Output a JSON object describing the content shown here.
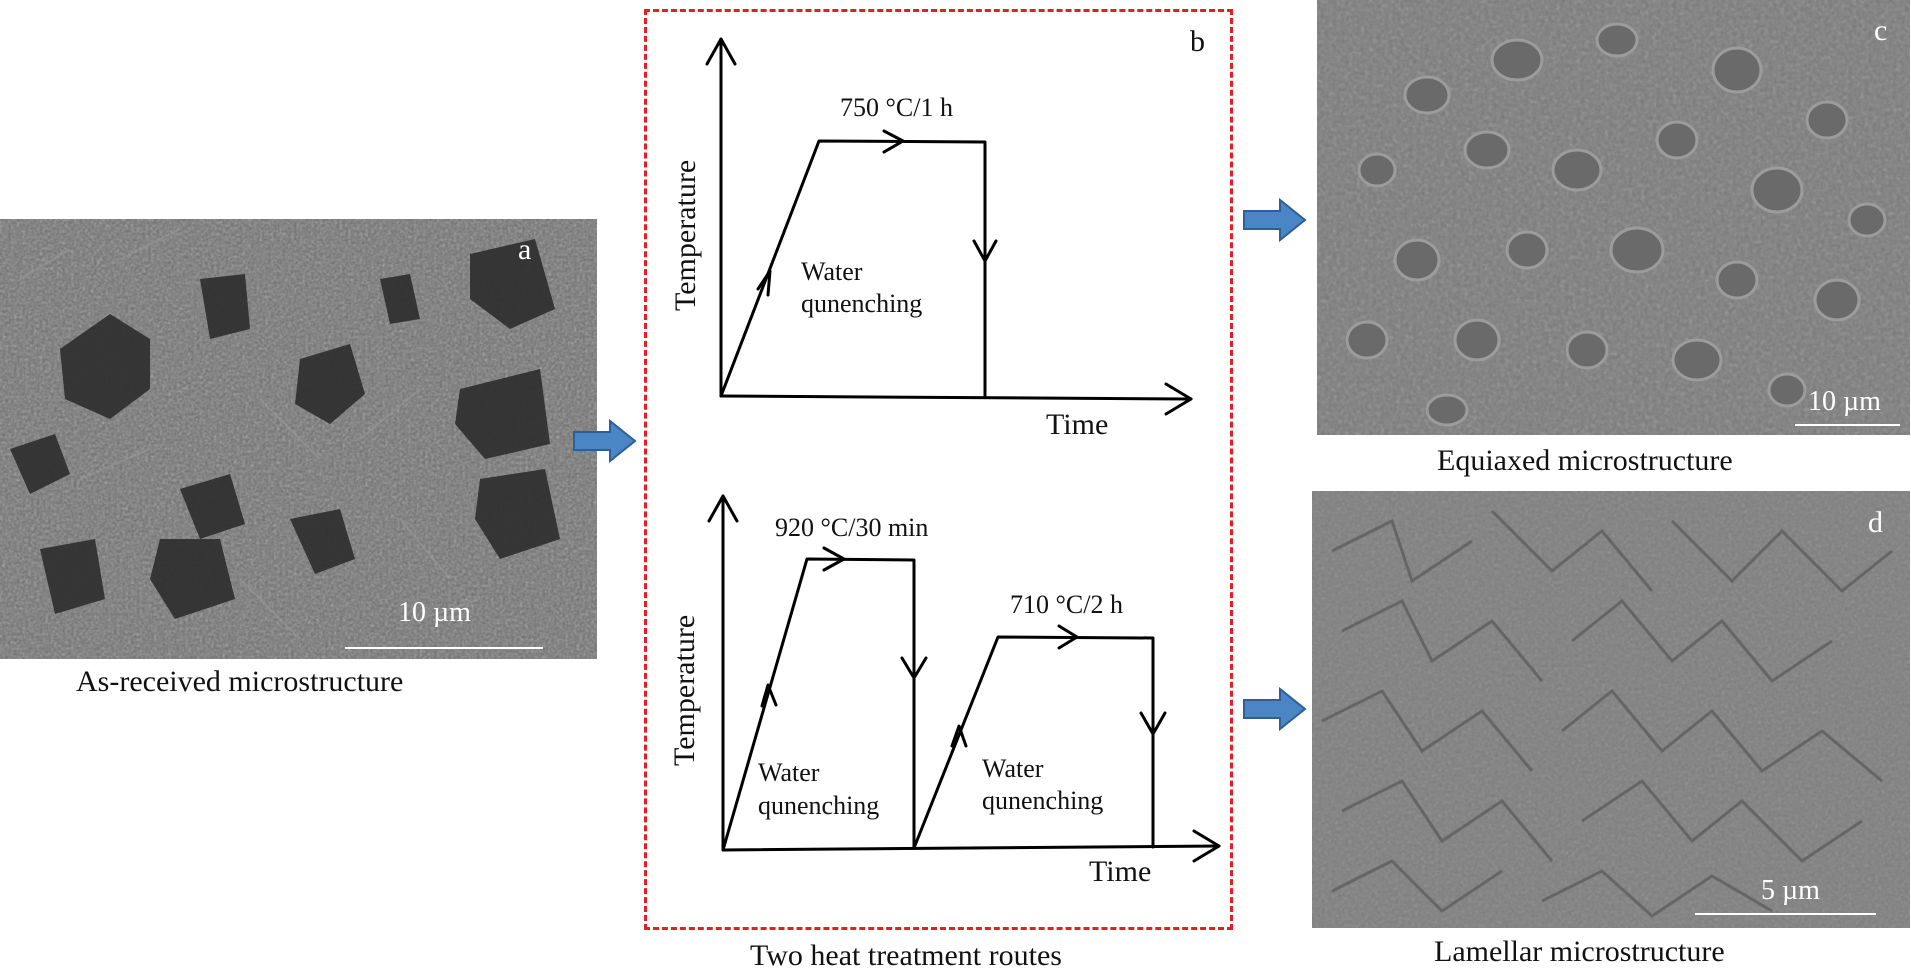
{
  "panels": {
    "a": {
      "letter": "a",
      "caption": "As-received microstructure",
      "scale": "10 µm"
    },
    "b": {
      "letter": "b",
      "caption": "Two heat treatment routes",
      "top": {
        "y_label": "Temperature",
        "x_label": "Time",
        "hold_label": "750 °C/1 h",
        "quench_label_1": "Water",
        "quench_label_2": "qunenching"
      },
      "bottom": {
        "y_label": "Temperature",
        "x_label": "Time",
        "hold1_label": "920 °C/30 min",
        "hold2_label": "710 °C/2 h",
        "quench1_label_1": "Water",
        "quench1_label_2": "qunenching",
        "quench2_label_1": "Water",
        "quench2_label_2": "qunenching"
      }
    },
    "c": {
      "letter": "c",
      "caption": "Equiaxed microstructure",
      "scale": "10 µm"
    },
    "d": {
      "letter": "d",
      "caption": "Lamellar microstructure",
      "scale": "5 µm"
    }
  },
  "colors": {
    "route_border": "#e31e24",
    "flow_arrow": "#4a86c5",
    "flow_arrow_edge": "#2f5f96"
  },
  "icons": {
    "flow": "right-arrow-icon"
  }
}
